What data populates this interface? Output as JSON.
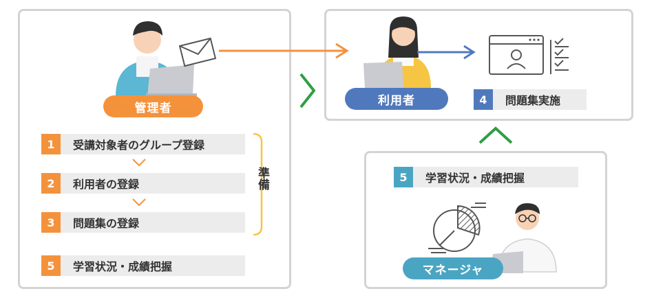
{
  "roles": {
    "admin": "管理者",
    "user": "利用者",
    "manager": "マネージャ"
  },
  "admin_steps": [
    {
      "num": "1",
      "label": "受講対象者のグループ登録"
    },
    {
      "num": "2",
      "label": "利用者の登録"
    },
    {
      "num": "3",
      "label": "問題集の登録"
    }
  ],
  "admin_extra_step": {
    "num": "5",
    "label": "学習状況・成績把握"
  },
  "preparation_label": "準備",
  "user_step": {
    "num": "4",
    "label": "問題集実施"
  },
  "manager_step": {
    "num": "5",
    "label": "学習状況・成績把握"
  },
  "colors": {
    "admin_orange": "#f4923c",
    "user_blue": "#5079bd",
    "manager_teal": "#4aa5c3",
    "flow_green": "#2e9e44",
    "panel_border": "#d3d3d3",
    "step_bg": "#ececec"
  },
  "icons": [
    "admin-person-icon",
    "mail-envelope-icon",
    "user-person-icon",
    "browser-window-icon",
    "checklist-icon",
    "pie-chart-icon",
    "manager-person-icon"
  ]
}
